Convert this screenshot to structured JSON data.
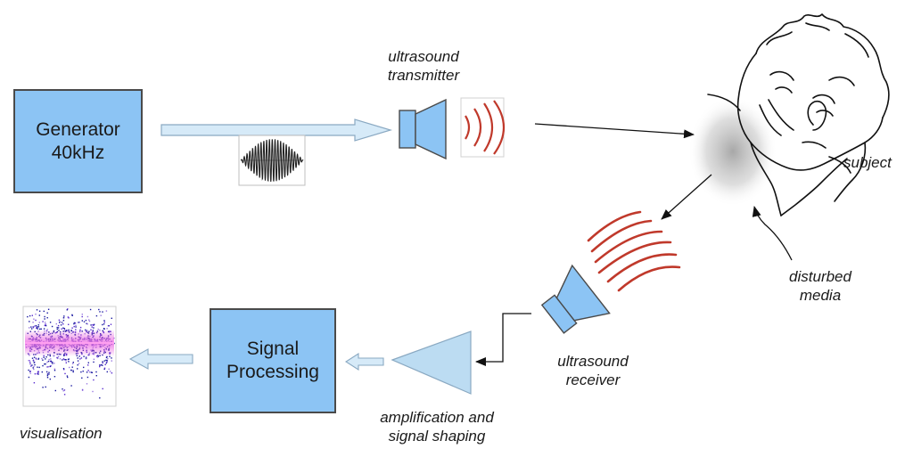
{
  "blocks": {
    "generator": {
      "line1": "Generator",
      "line2": "40kHz"
    },
    "signal_processing": {
      "line1": "Signal",
      "line2": "Processing"
    }
  },
  "labels": {
    "transmitter": {
      "line1": "ultrasound",
      "line2": "transmitter"
    },
    "receiver": {
      "line1": "ultrasound",
      "line2": "receiver"
    },
    "subject": "subject",
    "disturbed_media": {
      "line1": "disturbed",
      "line2": "media"
    },
    "amplification": {
      "line1": "amplification and",
      "line2": "signal shaping"
    },
    "visualisation": "visualisation"
  },
  "colors": {
    "block_fill": "#8cc4f4",
    "flow_arrow_fill": "#d6eaf8",
    "wave_red": "#c0392b",
    "spectrogram_band": "#e64fd8"
  },
  "icons": [
    "speaker-icon",
    "sound-wave-icon",
    "sine-wave-icon",
    "face-sketch-icon",
    "amplifier-triangle-icon",
    "spectrogram-icon"
  ]
}
